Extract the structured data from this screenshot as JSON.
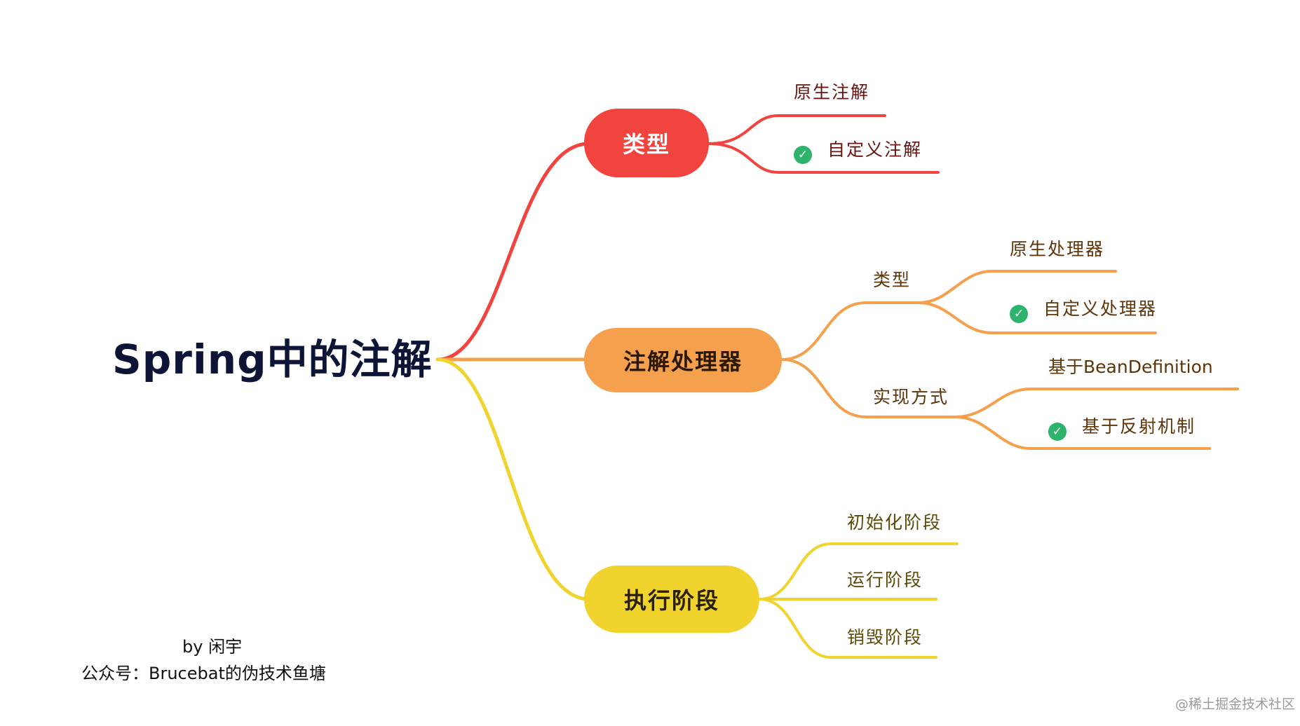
{
  "root": {
    "title": "Spring中的注解"
  },
  "branches": [
    {
      "label": "类型",
      "color": "#f2443e",
      "children": [
        {
          "label": "原生注解",
          "checked": false
        },
        {
          "label": "自定义注解",
          "checked": true
        }
      ]
    },
    {
      "label": "注解处理器",
      "color": "#f4a04c",
      "children": [
        {
          "label": "类型",
          "children": [
            {
              "label": "原生处理器",
              "checked": false
            },
            {
              "label": "自定义处理器",
              "checked": true
            }
          ]
        },
        {
          "label": "实现方式",
          "children": [
            {
              "label": "基于BeanDefinition",
              "checked": false
            },
            {
              "label": "基于反射机制",
              "checked": true
            }
          ]
        }
      ]
    },
    {
      "label": "执行阶段",
      "color": "#f0d42d",
      "children": [
        {
          "label": "初始化阶段",
          "checked": false
        },
        {
          "label": "运行阶段",
          "checked": false
        },
        {
          "label": "销毁阶段",
          "checked": false
        }
      ]
    }
  ],
  "credit": {
    "author": "by 闲宇",
    "account": "公众号：Brucebat的伪技术鱼塘"
  },
  "watermark": "@稀土掘金技术社区",
  "icons": {
    "checked": "check-circle-icon",
    "check_color": "#2db36b"
  }
}
